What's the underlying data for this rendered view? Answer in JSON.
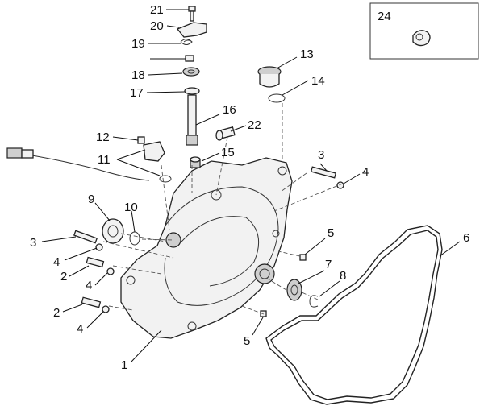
{
  "callouts": {
    "c1": "1",
    "c2a": "2",
    "c2b": "2",
    "c3a": "3",
    "c3b": "3",
    "c4a": "4",
    "c4b": "4",
    "c4c": "4",
    "c4d": "4",
    "c5a": "5",
    "c5b": "5",
    "c6": "6",
    "c7": "7",
    "c8": "8",
    "c9": "9",
    "c10": "10",
    "c11": "11",
    "c12": "12",
    "c13": "13",
    "c14": "14",
    "c15": "15",
    "c16": "16",
    "c17": "17",
    "c18": "18",
    "c19": "19",
    "c20": "20",
    "c21": "21",
    "c22": "22",
    "c24": "24"
  },
  "colors": {
    "line": "#111111",
    "part_fill": "#f2f2f2",
    "background": "#ffffff"
  }
}
